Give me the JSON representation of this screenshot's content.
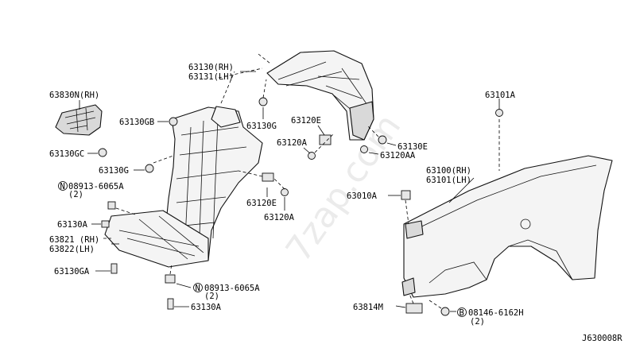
{
  "diagram": {
    "code": "J630008R",
    "watermark": "7zap.com",
    "labels": {
      "l63830n": "63830N(RH)",
      "l63130gc": "63130GC",
      "l63130gb": "63130GB",
      "l63130g_left": "63130G",
      "l08913_top_a": "08913-6065A",
      "l08913_top_b": "(2)",
      "l63130a_left": "63130A",
      "l63821": "63821 (RH)",
      "l63822": "63822(LH)",
      "l63130ga": "63130GA",
      "l08913_bot_a": "08913-6065A",
      "l08913_bot_b": "(2)",
      "l63130a_bottom": "63130A",
      "l63130rh": "63130(RH)",
      "l63131lh": "63131(LH)",
      "l63130g_top": "63130G",
      "l63120e_top": "63120E",
      "l63120a_top": "63120A",
      "l63130e": "63130E",
      "l63120aa": "63120AA",
      "l63120e_mid": "63120E",
      "l63120a_mid": "63120A",
      "l63101a": "63101A",
      "l63100rh": "63100(RH)",
      "l63101lh": "63101(LH)",
      "l63010a": "63010A",
      "l63814m": "63814M",
      "l08146_a": "08146-6162H",
      "l08146_b": "(2)",
      "symN": "N",
      "symB": "B"
    }
  }
}
